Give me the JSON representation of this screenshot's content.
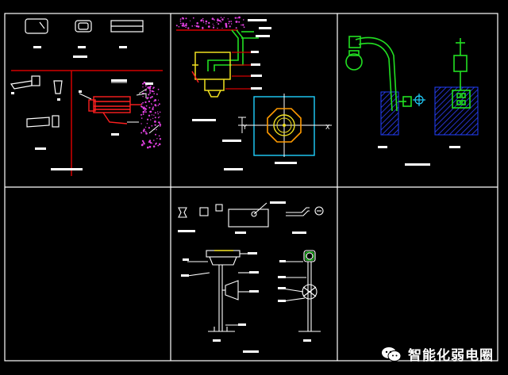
{
  "labels": {
    "y_axis": "Y",
    "x_axis": "X"
  },
  "watermark": {
    "text": "智能化弱电圈",
    "icon": "wechat-icon"
  },
  "colors": {
    "background": "#000000",
    "frame": "#ffffff",
    "wall_red": "#d40000",
    "camera_red": "#ff2020",
    "bracket_green": "#22e022",
    "plate_cyan": "#20d0ff",
    "bolt_orange": "#ff9a00",
    "concrete_blue": "#2040ff",
    "dots_magenta": "#e040e0",
    "pole_yellow": "#f0e020",
    "hatch_blue": "#3040ff"
  }
}
